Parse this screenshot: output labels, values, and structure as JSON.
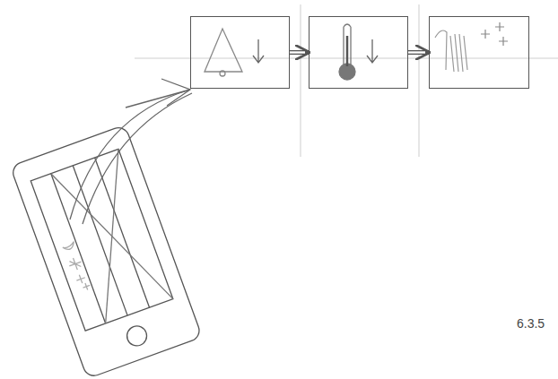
{
  "diagram": {
    "nodes": [
      {
        "text": []
      },
      {
        "text": []
      },
      {
        "text": []
      }
    ],
    "edges": [
      {
        "from": 0,
        "to": 1,
        "arrow": "to"
      },
      {
        "from": 1,
        "to": 2,
        "arrow": "to"
      }
    ],
    "labels": [
      "6.3.5"
    ]
  }
}
